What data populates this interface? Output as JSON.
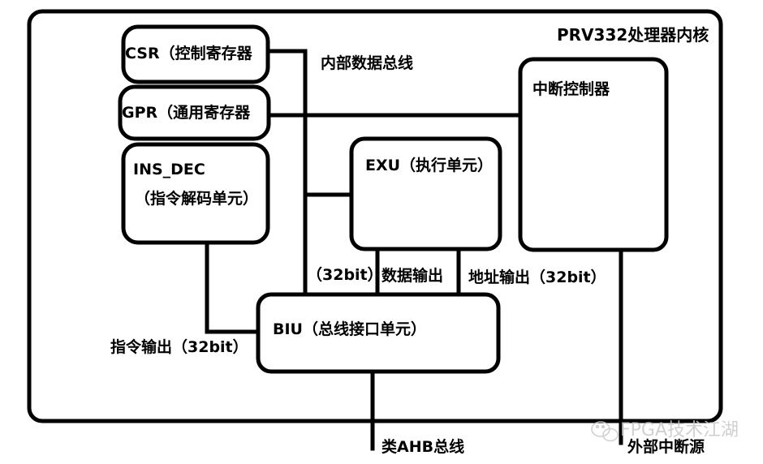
{
  "diagram": {
    "title": "PRV332处理器内核",
    "blocks": {
      "csr": "CSR（控制寄存器",
      "gpr": "GPR（通用寄存器",
      "ins_dec_line1": "INS_DEC",
      "ins_dec_line2": "（指令解码单元）",
      "exu": "EXU（执行单元）",
      "interrupt_ctrl": "中断控制器",
      "biu": "BIU（总线接口单元）"
    },
    "labels": {
      "internal_bus": "内部数据总线",
      "bit32_left": "（32bit）",
      "data_out": "数据输出",
      "addr_out": "地址输出（32bit）",
      "instr_out": "指令输出（32bit）",
      "ahb_bus": "类AHB总线",
      "ext_irq": "外部中断源"
    },
    "watermark": "FPGA技术江湖",
    "colors": {
      "stroke": "#000000",
      "background": "#ffffff",
      "watermark": "#c8c8c8"
    }
  }
}
